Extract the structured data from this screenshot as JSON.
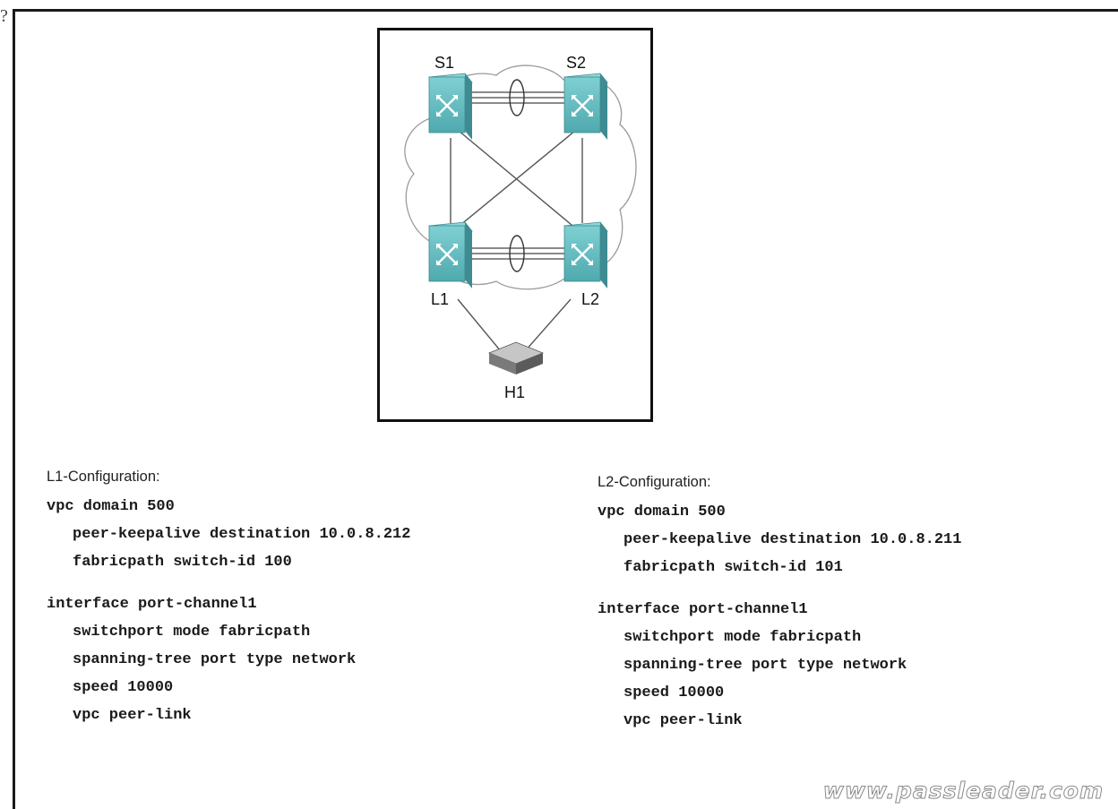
{
  "diagram": {
    "nodes": {
      "s1": "S1",
      "s2": "S2",
      "l1": "L1",
      "l2": "L2",
      "h1": "H1"
    },
    "colors": {
      "switch_top": "#5fb9bd",
      "switch_side": "#3e8c92",
      "switch_front": "#52a7ad",
      "host": "#8c8c8c",
      "link": "#555555",
      "cloud": "#9a9a9a"
    }
  },
  "l1_config": {
    "title": "L1-Configuration:",
    "lines": [
      "vpc domain 500",
      "peer-keepalive destination 10.0.8.212",
      "fabricpath switch-id 100",
      "interface port-channel1",
      "switchport mode fabricpath",
      "spanning-tree port type network",
      "speed 10000",
      "vpc peer-link"
    ]
  },
  "l2_config": {
    "title": "L2-Configuration:",
    "lines": [
      "vpc domain 500",
      "peer-keepalive destination 10.0.8.211",
      "fabricpath switch-id 101",
      "interface port-channel1",
      "switchport mode fabricpath",
      "spanning-tree port type network",
      "speed 10000",
      "vpc peer-link"
    ]
  },
  "watermark": "www.passleader.com",
  "corner_mark": "?"
}
